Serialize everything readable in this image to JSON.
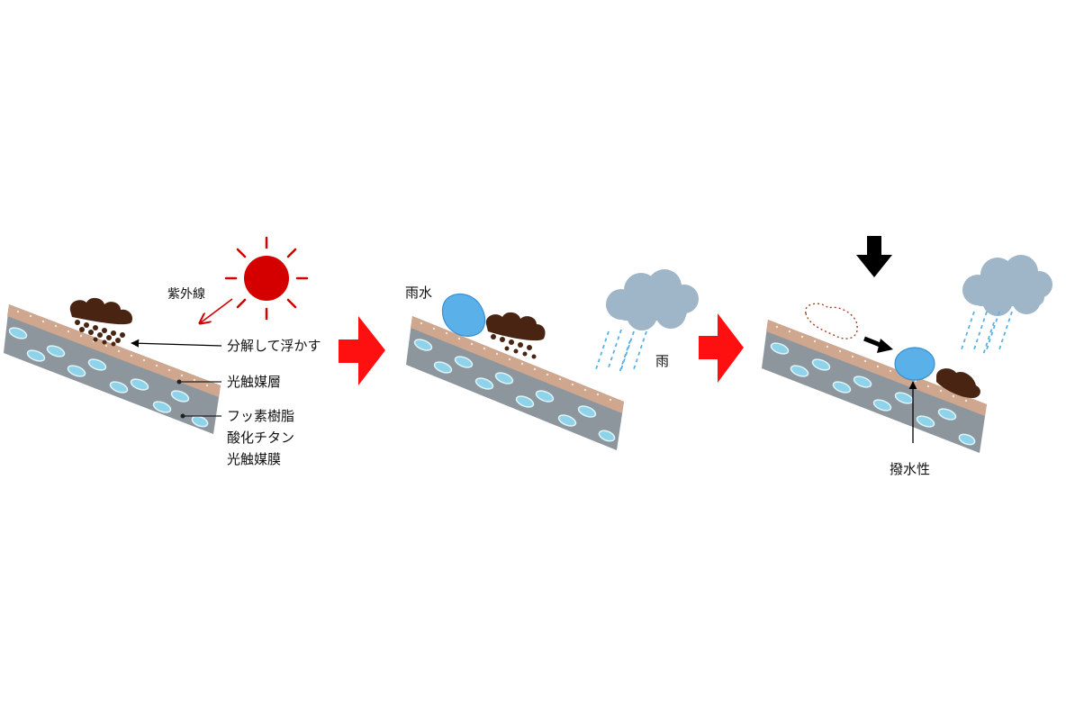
{
  "panel1": {
    "uv_label": "紫外線",
    "decompose_label": "分解して浮かす",
    "photocatalyst_layer_label": "光触媒層",
    "film_lines": [
      "フッ素樹脂",
      "酸化チタン",
      "光触媒膜"
    ]
  },
  "panel2": {
    "rainwater_label": "雨水",
    "rain_label": "雨"
  },
  "panel3": {
    "water_repellent_label": "撥水性"
  },
  "colors": {
    "sun": "#d40000",
    "arrow_red": "#ff1010",
    "dirt": "#4a2412",
    "water": "#5ab0e8",
    "cloud": "#9fb6c8",
    "layer_top": "#cfa68e",
    "layer_body": "#8d969c",
    "ellipse": "#8fd3ea"
  },
  "icons": [
    "sun-icon",
    "cloud-icon",
    "rain-icon",
    "water-drop-icon",
    "dirt-icon",
    "red-arrow-icon",
    "down-arrow-icon"
  ]
}
